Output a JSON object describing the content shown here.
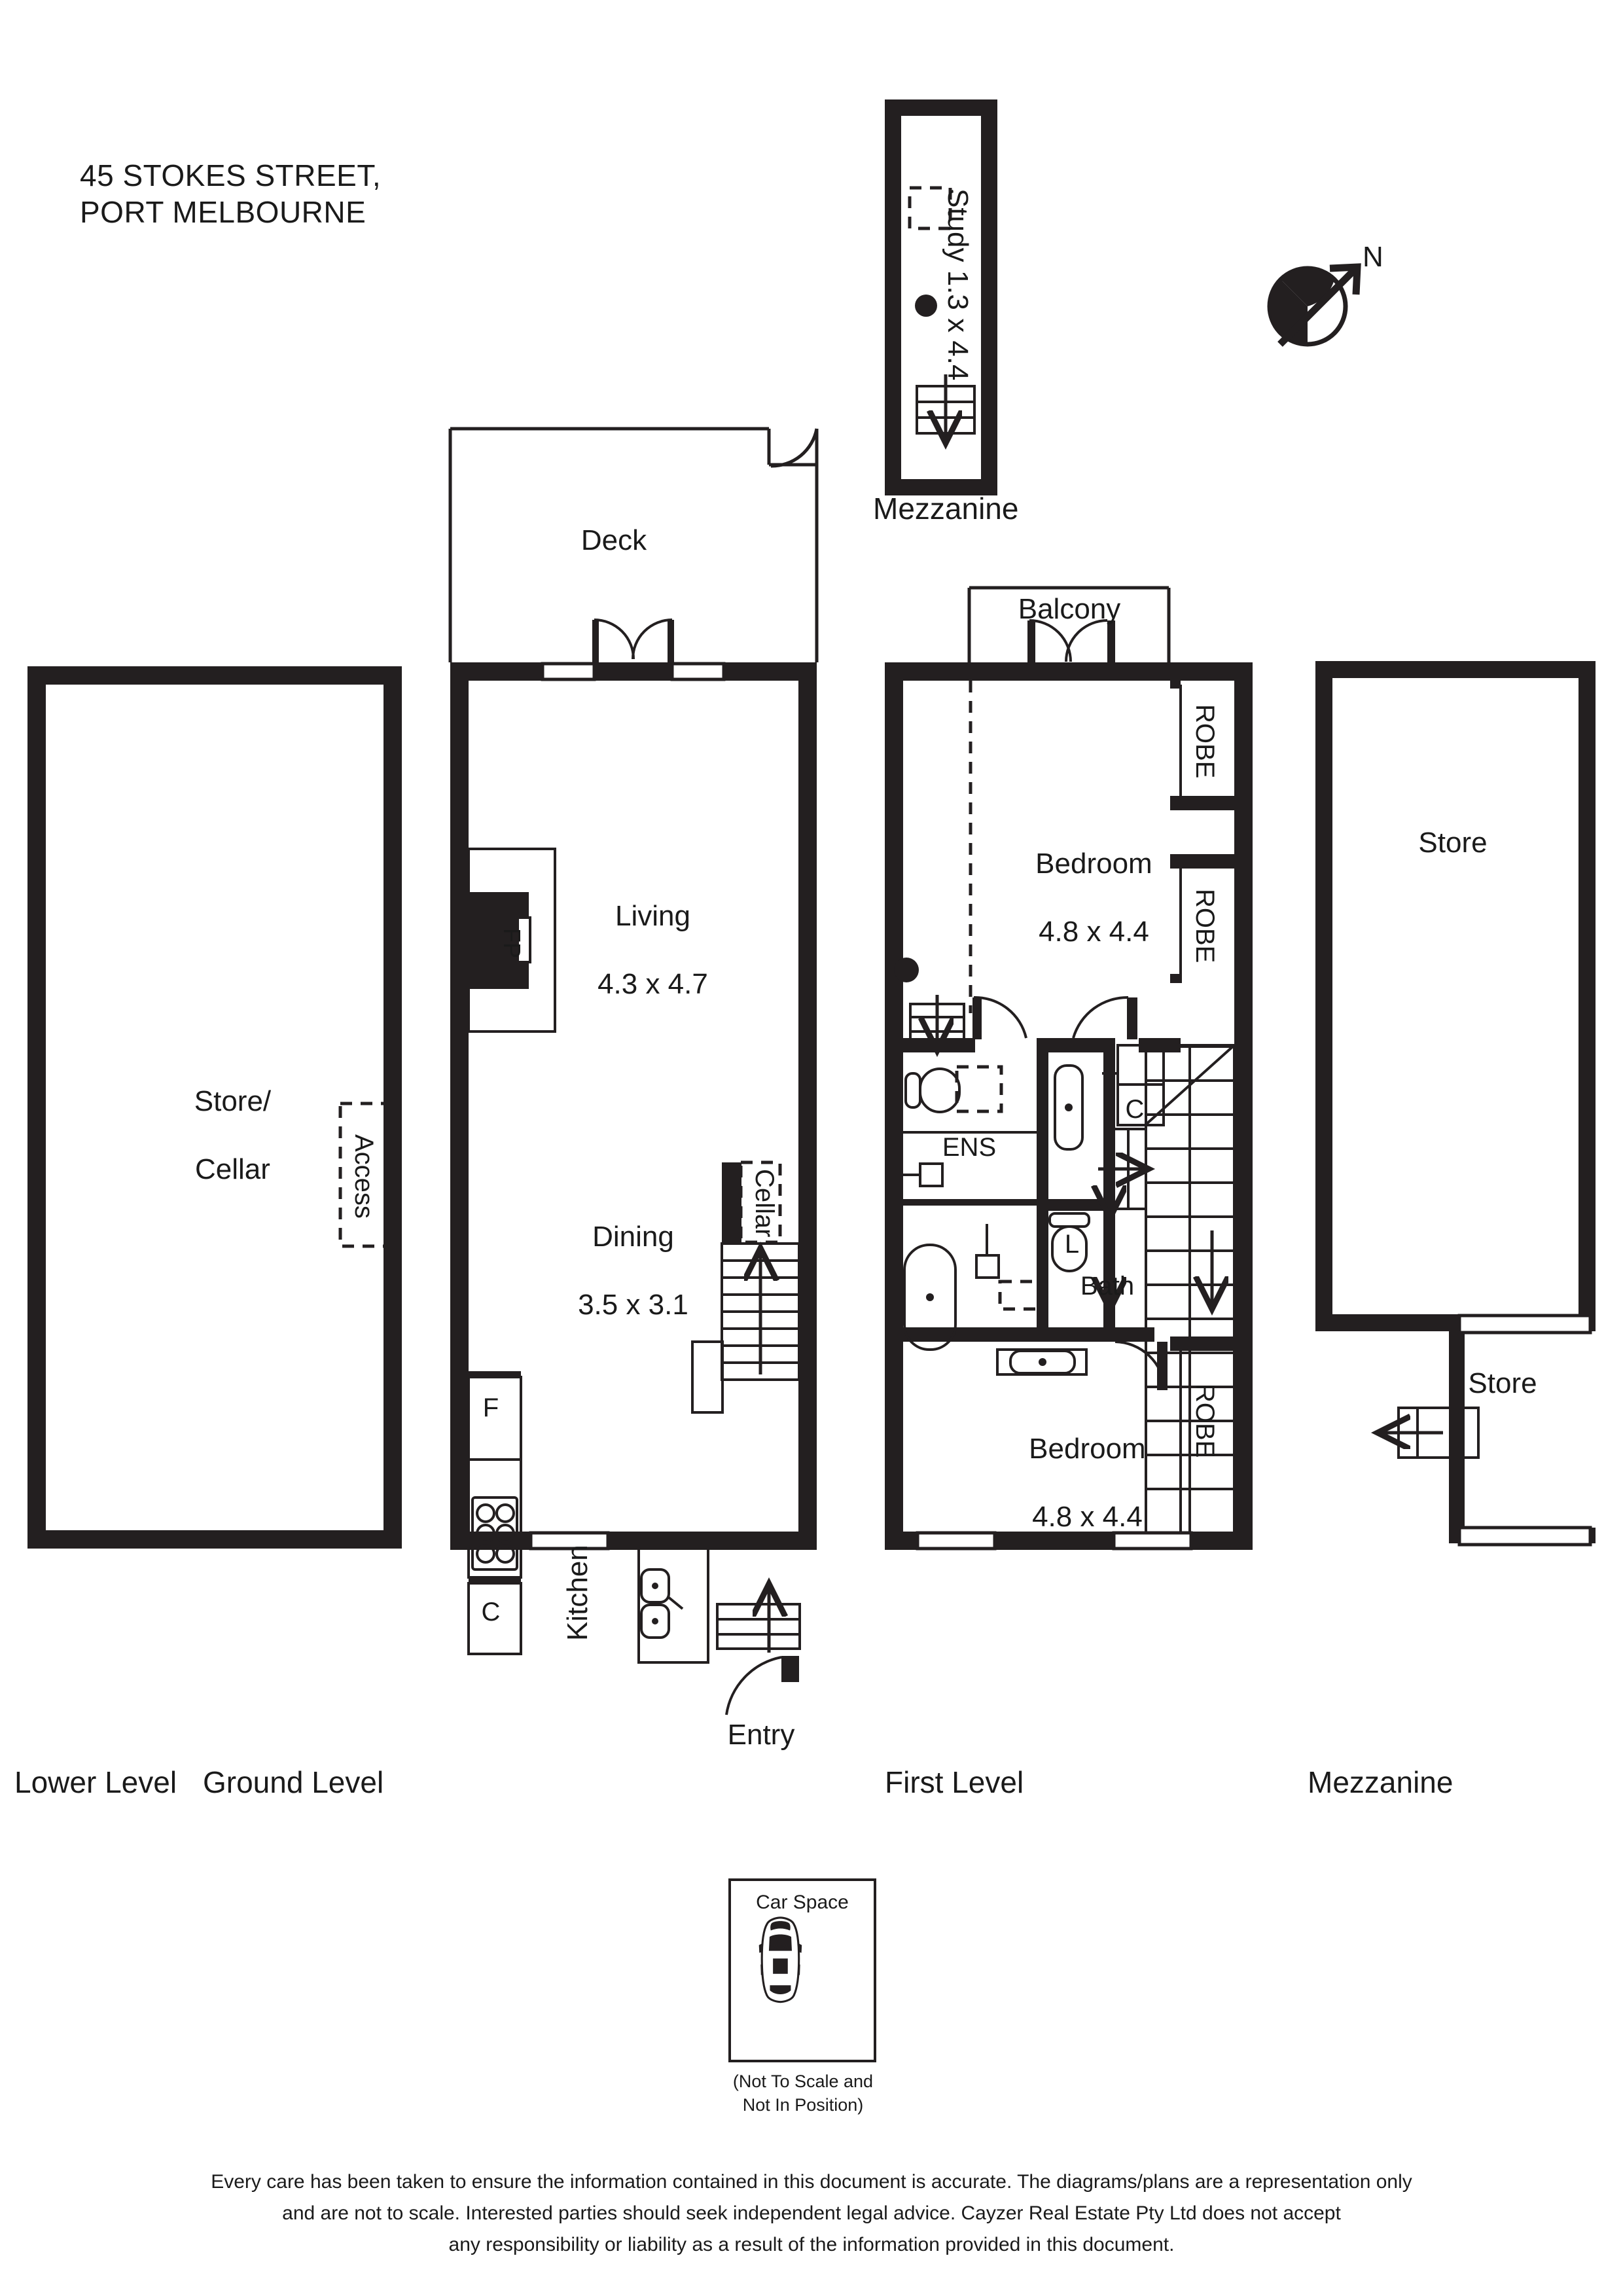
{
  "title": {
    "line1": "45 STOKES STREET,",
    "line2": "PORT MELBOURNE"
  },
  "compass": {
    "label": "N",
    "icon": "compass-north-icon"
  },
  "levels": [
    {
      "id": "lower",
      "label": "Lower Level"
    },
    {
      "id": "ground",
      "label": "Ground Level"
    },
    {
      "id": "first",
      "label": "First Level"
    },
    {
      "id": "mezzanine",
      "label": "Mezzanine"
    }
  ],
  "mezzanine_top": {
    "caption": "Mezzanine",
    "room": "Study 1.3 x 4.4"
  },
  "lower_level": {
    "room_line1": "Store/",
    "room_line2": "Cellar",
    "access_label": "Access"
  },
  "ground_level": {
    "deck": "Deck",
    "living_name": "Living",
    "living_dims": "4.3 x 4.7",
    "dining_name": "Dining",
    "dining_dims": "3.5 x 3.1",
    "kitchen": "Kitchen",
    "cellar": "Cellar",
    "fireplace": "FP",
    "fridge": "F",
    "cupboard": "C",
    "entry": "Entry"
  },
  "first_level": {
    "balcony": "Balcony",
    "bedroom1_name": "Bedroom",
    "bedroom1_dims": "4.8 x 4.4",
    "bedroom2_name": "Bedroom",
    "bedroom2_dims": "4.8 x 4.4",
    "robe1": "ROBE",
    "robe2": "ROBE",
    "robe3": "ROBE",
    "ensuite": "ENS",
    "bath": "Bath",
    "cupboard": "C",
    "laundry": "L"
  },
  "mezzanine_level": {
    "store_upper": "Store",
    "store_lower": "Store"
  },
  "car_space": {
    "label": "Car Space",
    "note_line1": "(Not To Scale and",
    "note_line2": "Not In Position)"
  },
  "disclaimer": {
    "line1": "Every care has been taken to ensure the information contained in this document is accurate. The diagrams/plans are a representation only",
    "line2": "and are not to scale. Interested parties should seek independent legal advice. Cayzer Real Estate Pty Ltd does not accept",
    "line3": "any responsibility or liability as a result of the information provided in this document."
  },
  "colors": {
    "ink": "#1a1a1a",
    "wall": "#231f20",
    "paper": "#ffffff"
  }
}
